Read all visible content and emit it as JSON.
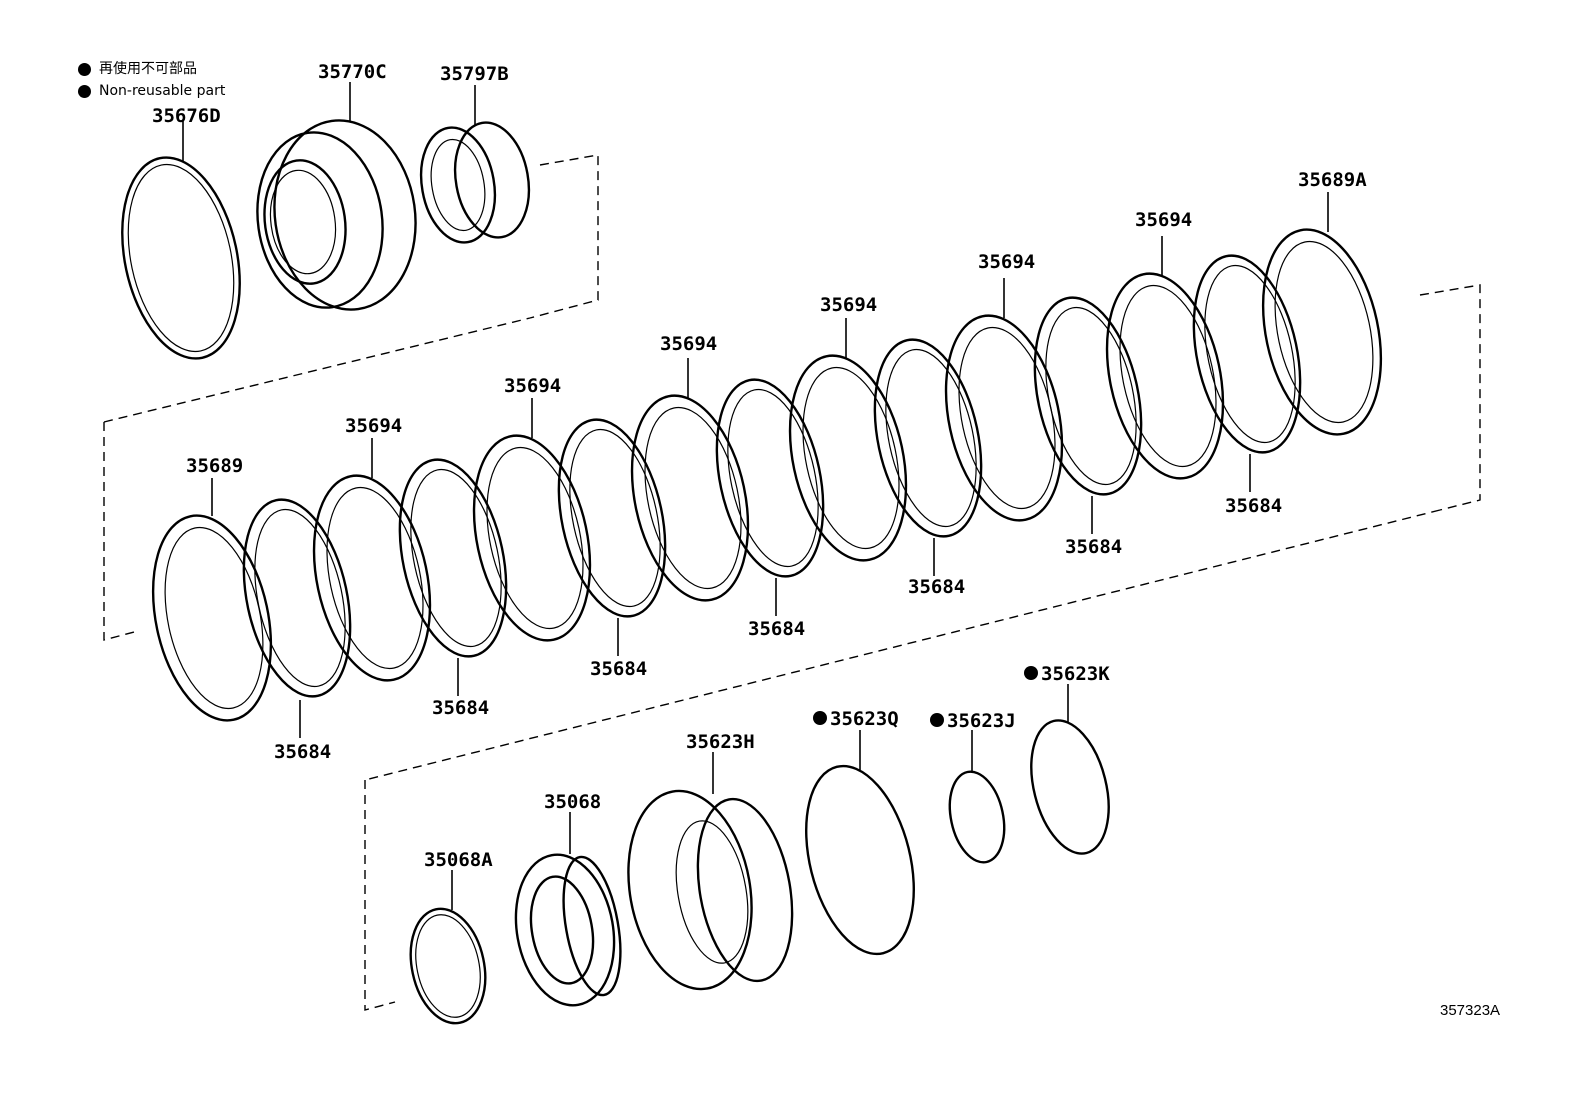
{
  "legend": [
    {
      "text": "再使用不可部品"
    },
    {
      "text": "Non-reusable part"
    }
  ],
  "figure_code": "357323A",
  "parts": [
    {
      "id": "p-35676D",
      "code": "35676D",
      "non_reusable": false,
      "kind": "snap-ring"
    },
    {
      "id": "p-35770C",
      "code": "35770C",
      "non_reusable": false,
      "kind": "hub-assembly"
    },
    {
      "id": "p-35797B",
      "code": "35797B",
      "non_reusable": false,
      "kind": "sleeve"
    },
    {
      "id": "p-35689A",
      "code": "35689A",
      "non_reusable": false,
      "kind": "flange-plate"
    },
    {
      "id": "p-35689",
      "code": "35689",
      "non_reusable": false,
      "kind": "flange-plate"
    },
    {
      "id": "p-35694-1",
      "code": "35694",
      "non_reusable": false,
      "kind": "clutch-disc"
    },
    {
      "id": "p-35694-2",
      "code": "35694",
      "non_reusable": false,
      "kind": "clutch-disc"
    },
    {
      "id": "p-35694-3",
      "code": "35694",
      "non_reusable": false,
      "kind": "clutch-disc"
    },
    {
      "id": "p-35694-4",
      "code": "35694",
      "non_reusable": false,
      "kind": "clutch-disc"
    },
    {
      "id": "p-35694-5",
      "code": "35694",
      "non_reusable": false,
      "kind": "clutch-disc"
    },
    {
      "id": "p-35694-6",
      "code": "35694",
      "non_reusable": false,
      "kind": "clutch-disc"
    },
    {
      "id": "p-35684-1",
      "code": "35684",
      "non_reusable": false,
      "kind": "clutch-plate"
    },
    {
      "id": "p-35684-2",
      "code": "35684",
      "non_reusable": false,
      "kind": "clutch-plate"
    },
    {
      "id": "p-35684-3",
      "code": "35684",
      "non_reusable": false,
      "kind": "clutch-plate"
    },
    {
      "id": "p-35684-4",
      "code": "35684",
      "non_reusable": false,
      "kind": "clutch-plate"
    },
    {
      "id": "p-35684-5",
      "code": "35684",
      "non_reusable": false,
      "kind": "clutch-plate"
    },
    {
      "id": "p-35684-6",
      "code": "35684",
      "non_reusable": false,
      "kind": "clutch-plate"
    },
    {
      "id": "p-35684-7",
      "code": "35684",
      "non_reusable": false,
      "kind": "clutch-plate"
    },
    {
      "id": "p-35623H",
      "code": "35623H",
      "non_reusable": false,
      "kind": "piston"
    },
    {
      "id": "p-35623Q",
      "code": "35623Q",
      "non_reusable": true,
      "kind": "o-ring"
    },
    {
      "id": "p-35623J",
      "code": "35623J",
      "non_reusable": true,
      "kind": "o-ring"
    },
    {
      "id": "p-35623K",
      "code": "35623K",
      "non_reusable": true,
      "kind": "o-ring"
    },
    {
      "id": "p-35068",
      "code": "35068",
      "non_reusable": false,
      "kind": "spring-retainer"
    },
    {
      "id": "p-35068A",
      "code": "35068A",
      "non_reusable": false,
      "kind": "snap-ring"
    }
  ]
}
